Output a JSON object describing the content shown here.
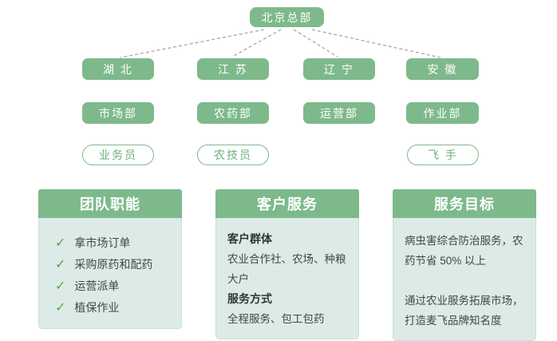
{
  "org_chart": {
    "root": {
      "label": "北京总部"
    },
    "regions": [
      {
        "label": "湖 北"
      },
      {
        "label": "江 苏"
      },
      {
        "label": "辽 宁"
      },
      {
        "label": "安 徽"
      }
    ],
    "departments": [
      {
        "label": "市场部"
      },
      {
        "label": "农药部"
      },
      {
        "label": "运营部"
      },
      {
        "label": "作业部"
      }
    ],
    "roles": [
      {
        "label": "业务员"
      },
      {
        "label": "农技员"
      },
      {
        "label": "飞 手"
      }
    ]
  },
  "cards": [
    {
      "title": "团队职能",
      "check_glyph": "✓",
      "items": [
        "拿市场订单",
        "采购原药和配药",
        "运营派单",
        "植保作业"
      ]
    },
    {
      "title": "客户服务",
      "sections": [
        {
          "heading": "客户群体",
          "text": "农业合作社、农场、种粮大户"
        },
        {
          "heading": "服务方式",
          "text": "全程服务、包工包药"
        }
      ]
    },
    {
      "title": "服务目标",
      "paragraphs": [
        "病虫害综合防治服务，农药节省 50% 以上",
        "通过农业服务拓展市场，打造麦飞品牌知名度"
      ]
    }
  ],
  "colors": {
    "node_green": "#7eb98b",
    "card_body_bg": "#dcebe7",
    "check_green": "#55a34e",
    "connector_gray": "#a2a8ac",
    "text_dark": "#3f4a44"
  }
}
